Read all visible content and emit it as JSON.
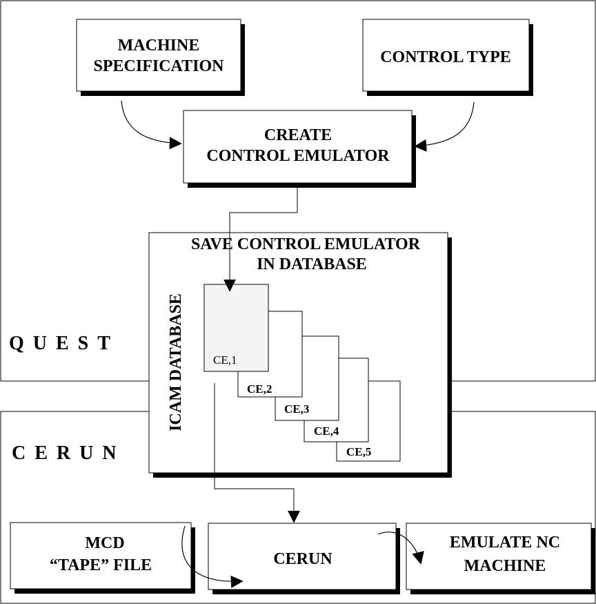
{
  "regions": {
    "quest": "QUEST",
    "cerun": "CERUN"
  },
  "boxes": {
    "machine_spec": [
      "MACHINE",
      "SPECIFICATION"
    ],
    "control_type": "CONTROL TYPE",
    "create_emulator": [
      "CREATE",
      "CONTROL EMULATOR"
    ],
    "save_emulator": [
      "SAVE CONTROL EMULATOR",
      "IN  DATABASE"
    ],
    "database_label": "ICAM  DATABASE",
    "mcd_file": [
      "MCD",
      "“TAPE” FILE"
    ],
    "cerun": "CERUN",
    "emulate": [
      "EMULATE NC",
      "MACHINE"
    ]
  },
  "emulators": [
    "CE,1",
    "CE,2",
    "CE,3",
    "CE,4",
    "CE,5"
  ],
  "colors": {
    "stroke": "#000000",
    "shadow": "#000000",
    "ce1_fill": "#f4f4f4"
  }
}
